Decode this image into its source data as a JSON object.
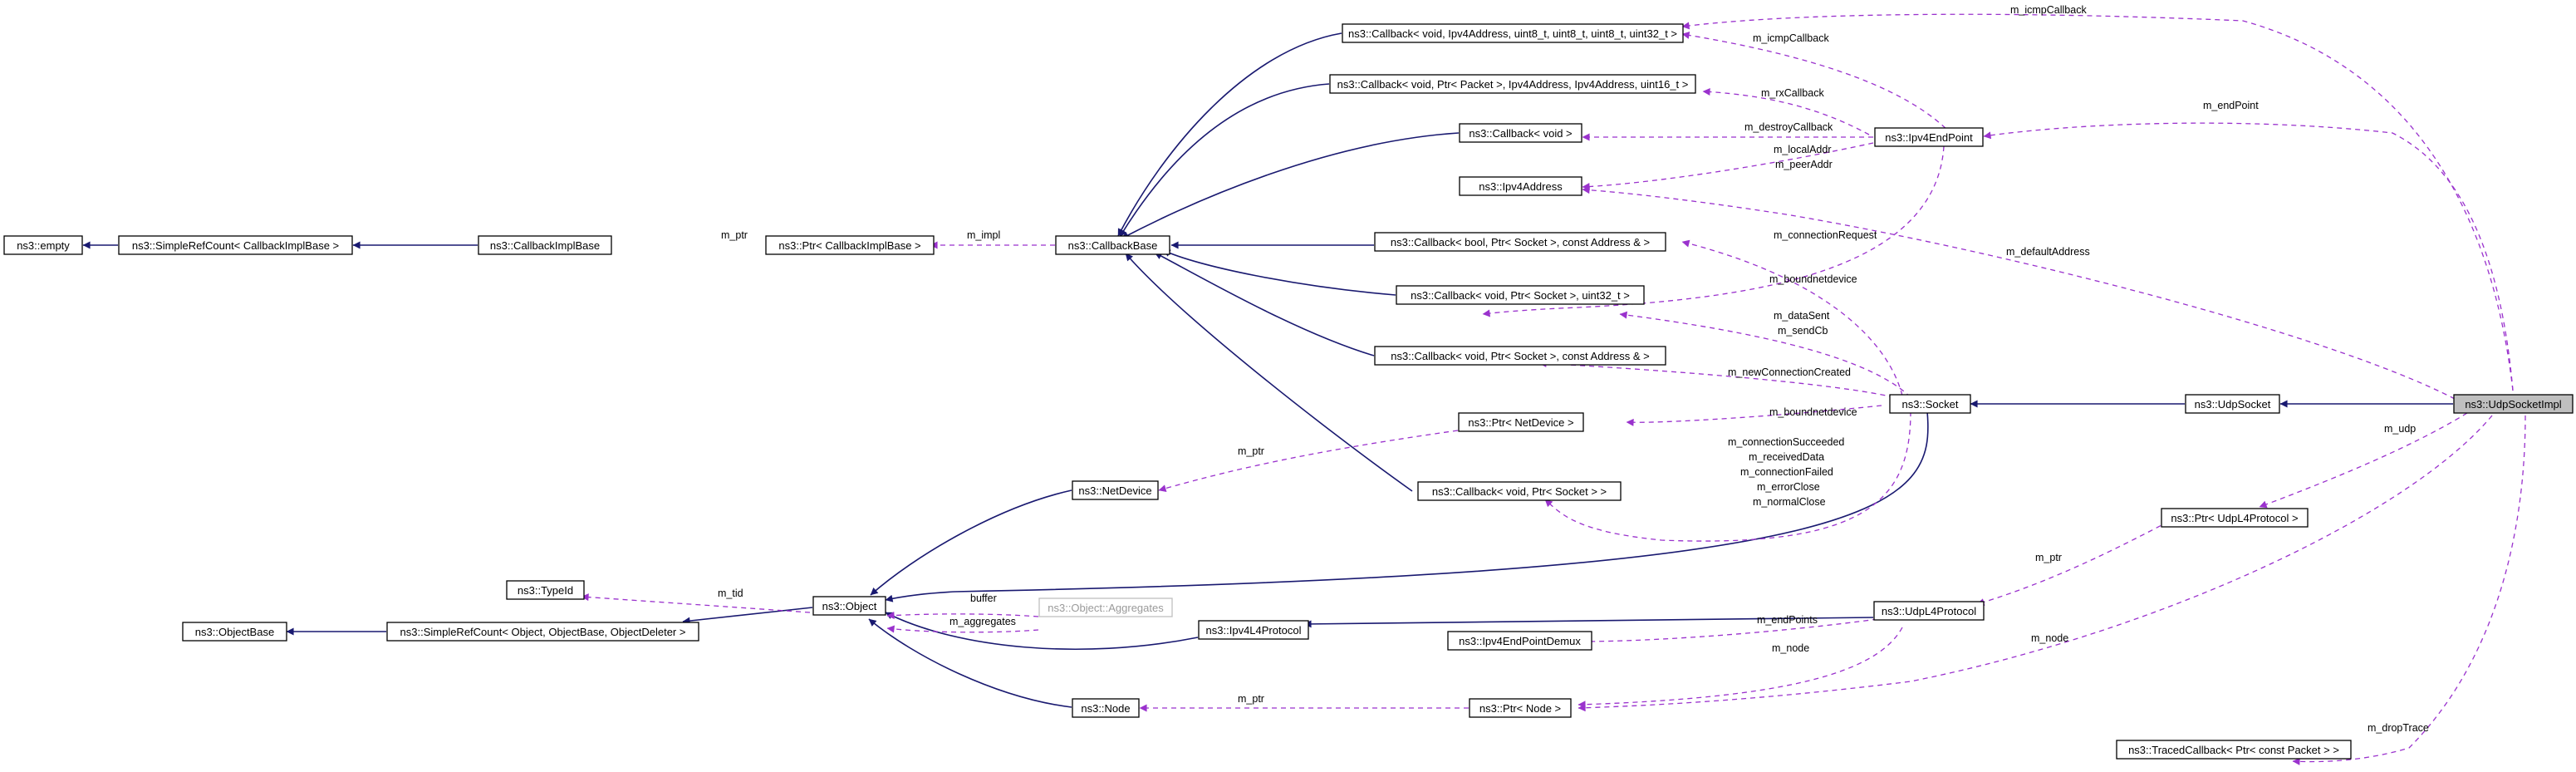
{
  "colors": {
    "inherit_edge": "#191970",
    "use_edge": "#9a32cd",
    "highlight_fill": "#bfbfbf"
  },
  "nodes": {
    "empty": "ns3::empty",
    "simple_ref_cb": "ns3::SimpleRefCount< CallbackImplBase >",
    "cb_impl_base": "ns3::CallbackImplBase",
    "ptr_cb_impl": "ns3::Ptr< CallbackImplBase >",
    "cb_base": "ns3::CallbackBase",
    "cb_icmp": "ns3::Callback< void, Ipv4Address, uint8_t, uint8_t, uint8_t, uint32_t >",
    "cb_rx": "ns3::Callback< void, Ptr< Packet >, Ipv4Address, Ipv4Address, uint16_t >",
    "cb_void": "ns3::Callback< void >",
    "ipv4_address": "ns3::Ipv4Address",
    "ipv4_endpoint": "ns3::Ipv4EndPoint",
    "cb_bool": "ns3::Callback< bool, Ptr< Socket >, const Address & >",
    "cb_sock_u32": "ns3::Callback< void, Ptr< Socket >, uint32_t >",
    "cb_sock_addr": "ns3::Callback< void, Ptr< Socket >, const Address & >",
    "ptr_netdevice": "ns3::Ptr< NetDevice >",
    "socket": "ns3::Socket",
    "udp_socket": "ns3::UdpSocket",
    "udp_socket_impl": "ns3::UdpSocketImpl",
    "net_device": "ns3::NetDevice",
    "cb_sock": "ns3::Callback< void, Ptr< Socket > >",
    "ptr_udpl4": "ns3::Ptr< UdpL4Protocol >",
    "type_id": "ns3::TypeId",
    "object": "ns3::Object",
    "object_aggregates": "ns3::Object::Aggregates",
    "object_base": "ns3::ObjectBase",
    "simple_ref_obj": "ns3::SimpleRefCount< Object, ObjectBase, ObjectDeleter >",
    "ipv4l4": "ns3::Ipv4L4Protocol",
    "udpl4": "ns3::UdpL4Protocol",
    "ipv4_demux": "ns3::Ipv4EndPointDemux",
    "node": "ns3::Node",
    "ptr_node": "ns3::Ptr< Node >",
    "traced_cb": "ns3::TracedCallback< Ptr< const Packet > >"
  },
  "edge_labels": {
    "m_icmpCallback_top": "m_icmpCallback",
    "m_icmpCallback": "m_icmpCallback",
    "m_endPoint": "m_endPoint",
    "m_rxCallback": "m_rxCallback",
    "m_destroyCallback": "m_destroyCallback",
    "m_localAddr": "m_localAddr",
    "m_peerAddr": "m_peerAddr",
    "m_ptr_cbimpl": "m_ptr",
    "m_impl": "m_impl",
    "m_defaultAddress": "m_defaultAddress",
    "m_connectionRequest": "m_connectionRequest",
    "m_boundnetdevice_ep": "m_boundnetdevice",
    "m_dataSent": "m_dataSent",
    "m_sendCb": "m_sendCb",
    "m_newConnectionCreated": "m_newConnectionCreated",
    "m_boundnetdevice_sock": "m_boundnetdevice",
    "m_udp": "m_udp",
    "m_ptr_netdev": "m_ptr",
    "m_connectionSucceeded": "m_connectionSucceeded",
    "m_receivedData": "m_receivedData",
    "m_connectionFailed": "m_connectionFailed",
    "m_errorClose": "m_errorClose",
    "m_normalClose": "m_normalClose",
    "m_ptr_udpl4": "m_ptr",
    "m_tid": "m_tid",
    "buffer": "buffer",
    "m_aggregates": "m_aggregates",
    "m_endPoints": "m_endPoints",
    "m_node_udpl4": "m_node",
    "m_node_impl": "m_node",
    "m_ptr_node": "m_ptr",
    "m_dropTrace": "m_dropTrace"
  }
}
